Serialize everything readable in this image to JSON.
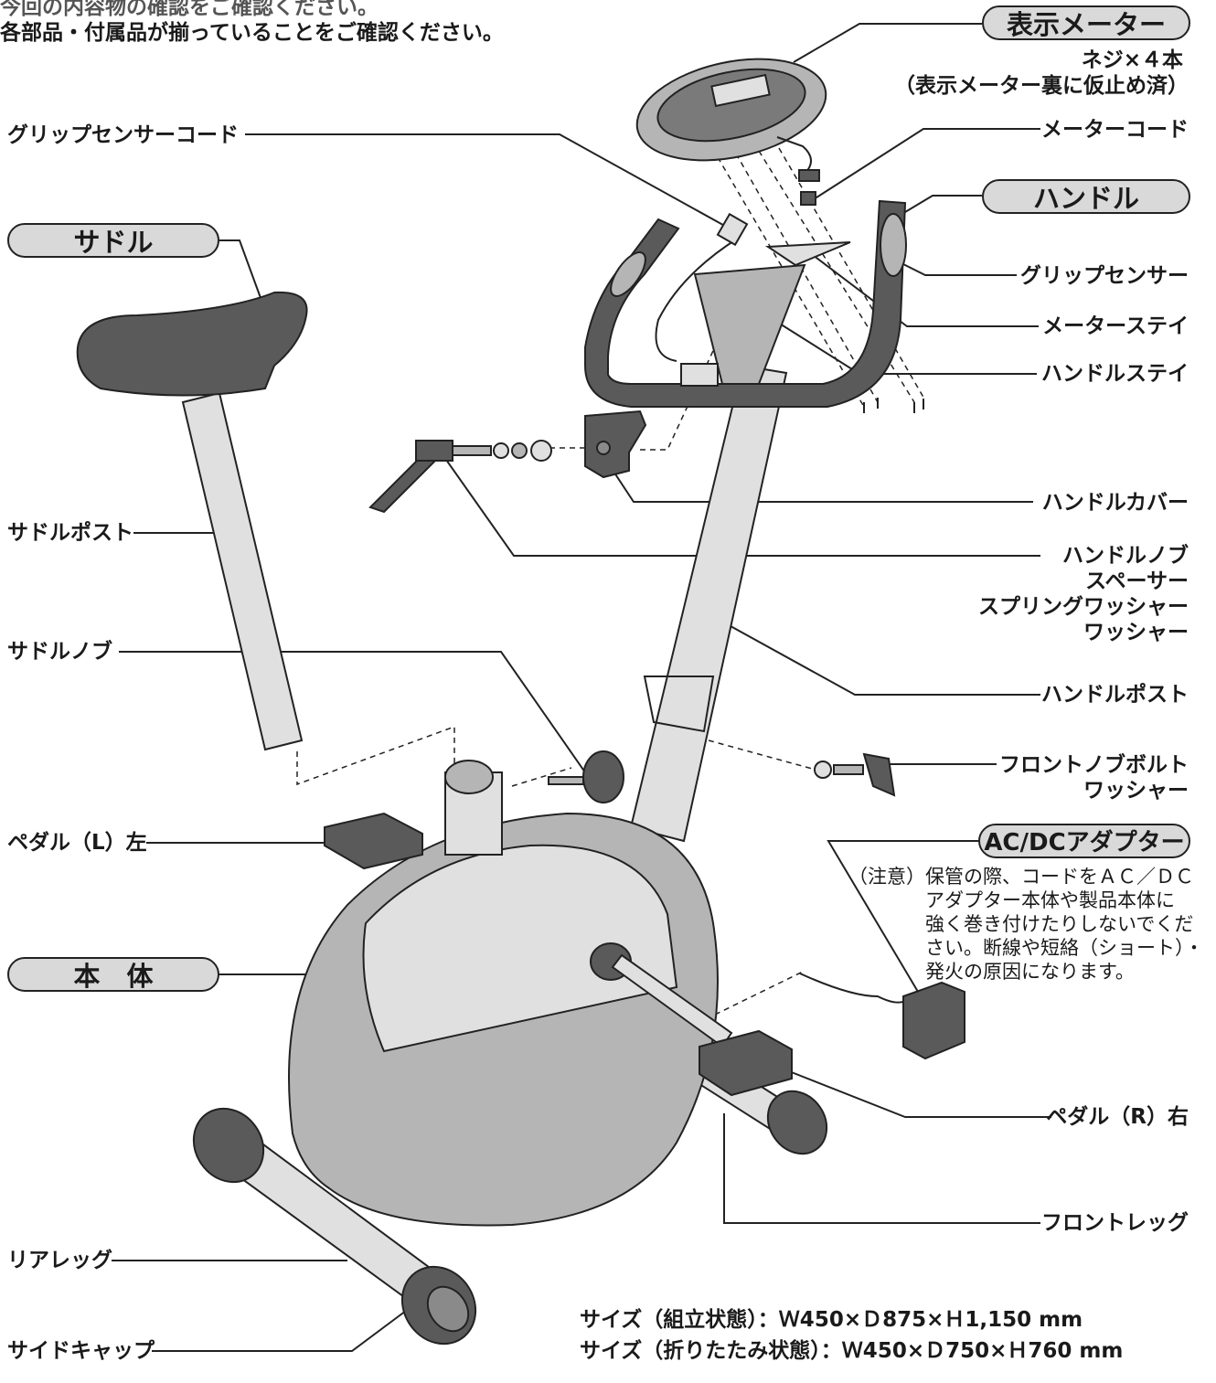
{
  "intro": {
    "line1": "今回の内容物の確認をご確認ください。",
    "line2": "各部品・付属品が揃っていることをご確認ください。"
  },
  "callouts": {
    "display_meter": "表示メーター",
    "handle": "ハンドル",
    "saddle": "サドル",
    "body": "本　体",
    "adapter": "AC/DCアダプター"
  },
  "labels": {
    "screws": "ネジ×４本",
    "screws_note": "（表示メーター裏に仮止め済）",
    "meter_cord": "メーターコード",
    "grip_sensor_cord": "グリップセンサーコード",
    "grip_sensor": "グリップセンサー",
    "meter_stay": "メーターステイ",
    "handle_stay": "ハンドルステイ",
    "handle_cover": "ハンドルカバー",
    "handle_knob": "ハンドルノブ",
    "spacer": "スペーサー",
    "spring_washer": "スプリングワッシャー",
    "washer": "ワッシャー",
    "handle_post": "ハンドルポスト",
    "saddle_post": "サドルポスト",
    "saddle_knob": "サドルノブ",
    "front_knob_bolt": "フロントノブボルト",
    "front_washer": "ワッシャー",
    "pedal_left": "ペダル（L）左",
    "pedal_right": "ペダル（R）右",
    "front_leg": "フロントレッグ",
    "rear_leg": "リアレッグ",
    "side_cap": "サイドキャップ"
  },
  "adapter_note": {
    "line1": "（注意）保管の際、コードをＡＣ／ＤＣ",
    "line2": "アダプター本体や製品本体に",
    "line3": "強く巻き付けたりしないでくだ",
    "line4": "さい。断線や短絡（ショート）・",
    "line5": "発火の原因になります。"
  },
  "sizes": {
    "assembled": "サイズ（組立状態）：Ｗ450×Ｄ875×Ｈ1,150 mm",
    "folded": "サイズ（折りたたみ状態）：Ｗ450×Ｄ750×Ｈ760 mm"
  },
  "colors": {
    "dark_part": "#5a5a5a",
    "light_part": "#e0e0e0",
    "mid_part": "#b5b5b5",
    "pill_fill": "#d9d9d9",
    "line": "#222222"
  }
}
